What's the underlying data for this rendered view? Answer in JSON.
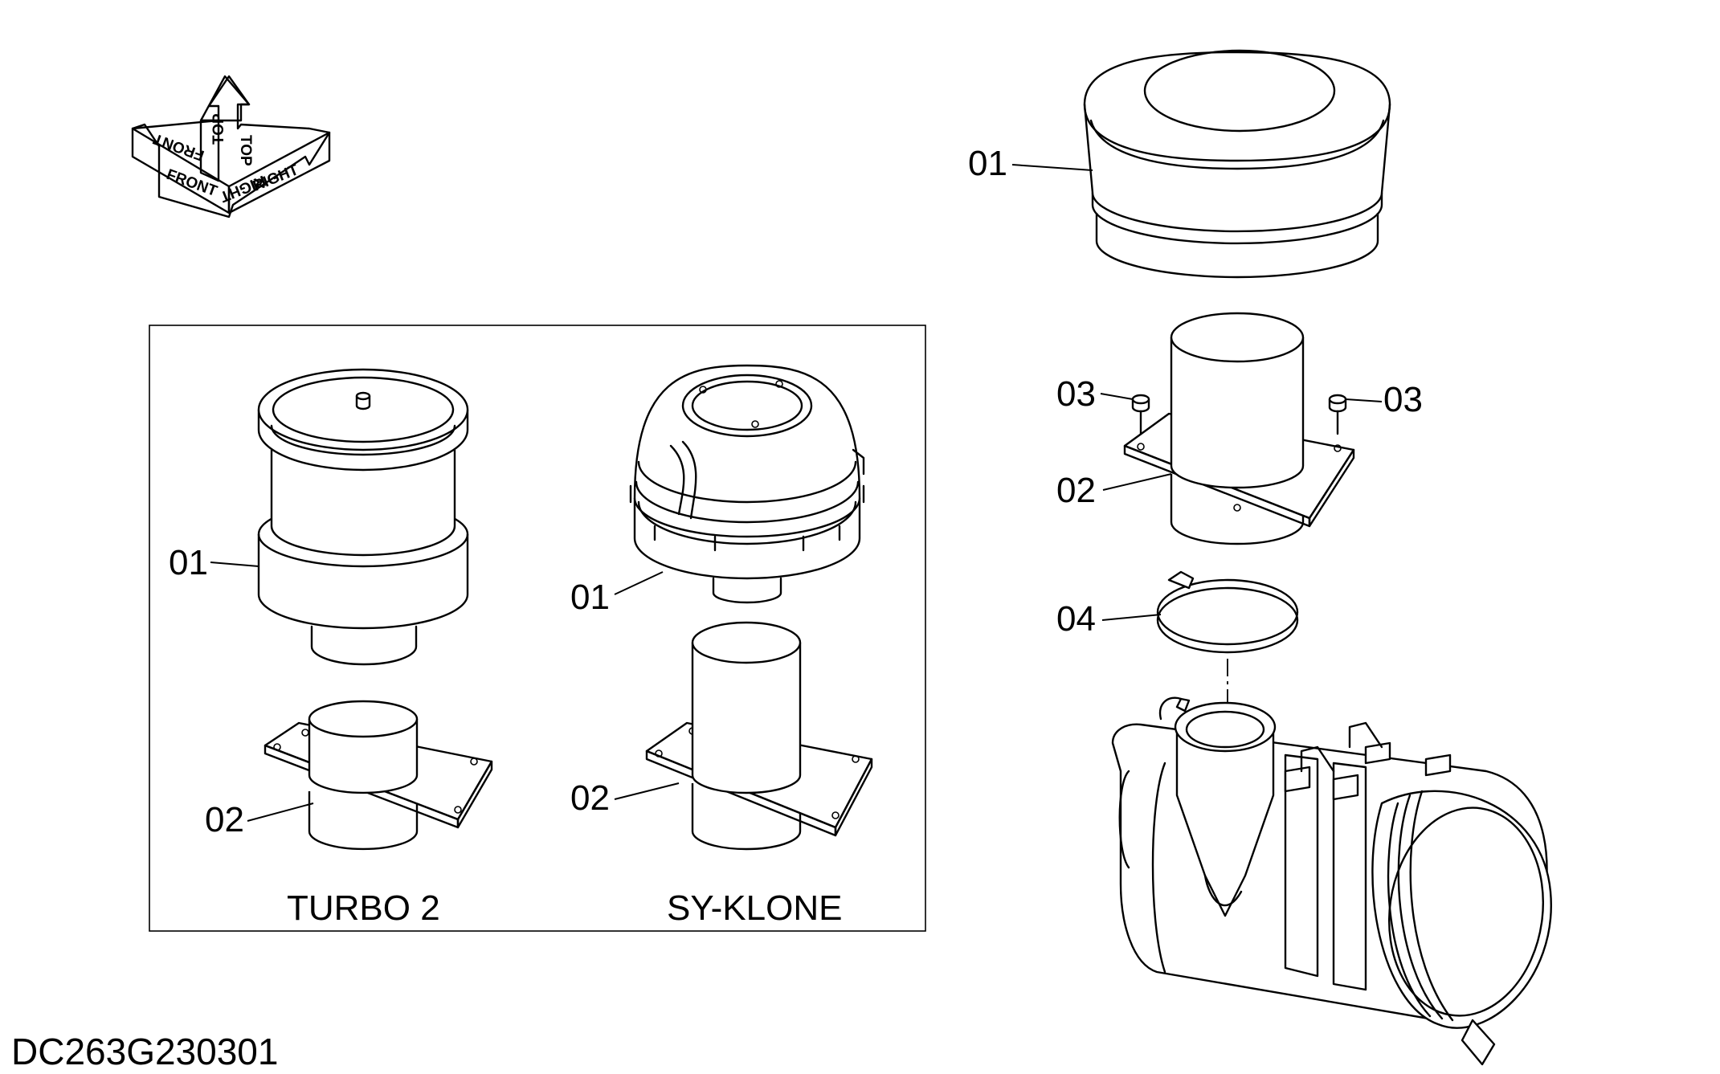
{
  "document_id": "DC263G230301",
  "orientation": {
    "front": "FRONT",
    "top": "TOP",
    "right": "RIGHT"
  },
  "inset": {
    "variants": [
      {
        "caption": "TURBO 2",
        "callouts": [
          "01",
          "02"
        ]
      },
      {
        "caption": "SY-KLONE",
        "callouts": [
          "01",
          "02"
        ]
      }
    ]
  },
  "main": {
    "callouts": [
      "01",
      "03",
      "03",
      "02",
      "04"
    ]
  },
  "colors": {
    "line": "#000000",
    "background": "#ffffff"
  }
}
